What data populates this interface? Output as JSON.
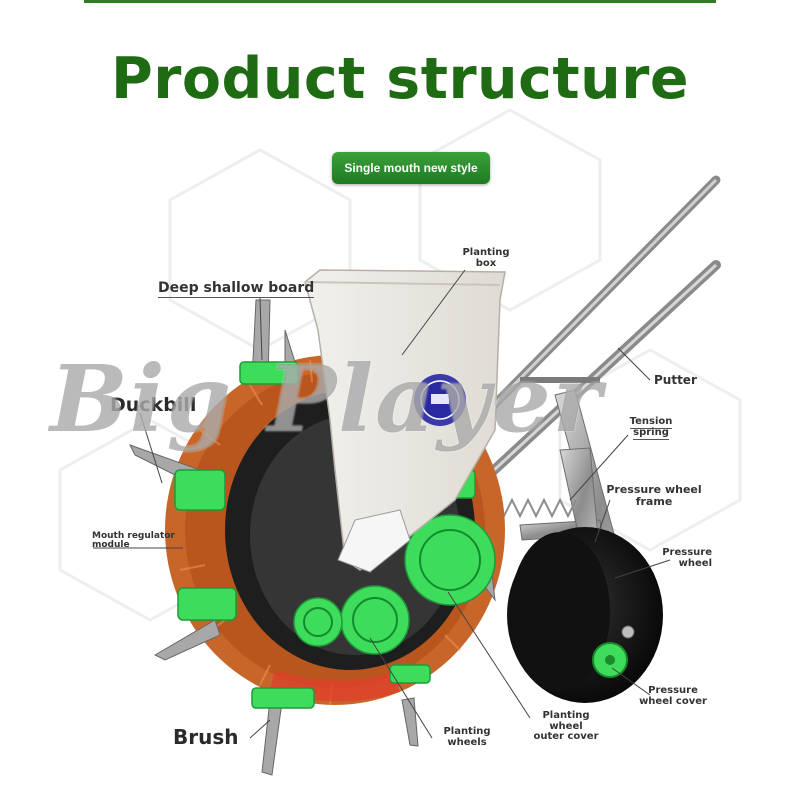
{
  "title": "Product structure",
  "badge": "Single mouth new style",
  "watermark": "Big Player",
  "labels": {
    "planting_box": "Planting\nbox",
    "deep_shallow_board": "Deep shallow board",
    "duckbill": "Duckbill",
    "putter": "Putter",
    "tension_spring": "Tension\nspring",
    "pressure_wheel_frame": "Pressure wheel\nframe",
    "mouth_regulator_module": "Mouth regulator\nmodule",
    "pressure_wheel": "Pressure\nwheel",
    "pressure_wheel_cover": "Pressure\nwheel cover",
    "brush": "Brush",
    "planting_wheels": "Planting\nwheels",
    "planting_wheel_outer_cover": "Planting wheel\nouter cover"
  },
  "colors": {
    "title_green": "#1f6b14",
    "badge_green": "#2a8c2a",
    "accent_green": "#3ddc5a",
    "wheel_orange": "#c8662a",
    "handle_gray": "#9a9a9a"
  }
}
